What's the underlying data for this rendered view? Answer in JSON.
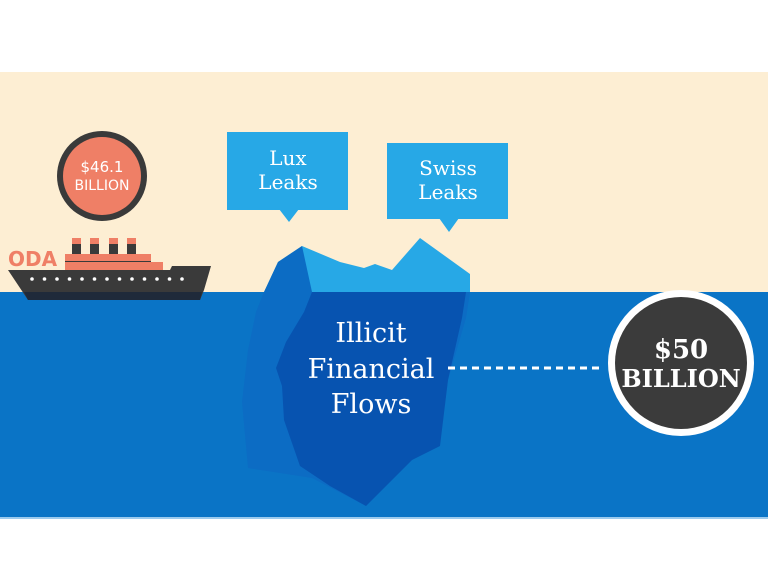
{
  "colors": {
    "sky": "#fdeed3",
    "sea": "#0a74c6",
    "iceberg_light": "#27a8e6",
    "iceberg_mid": "#0c6cc4",
    "iceberg_dark": "#0753b0",
    "callout": "#27a8e6",
    "coral": "#ef7f66",
    "ship_dark": "#3a3a3a",
    "badge_dark": "#3b3b3b",
    "white": "#ffffff"
  },
  "oda": {
    "label": "ODA",
    "amount_line1": "$46.1",
    "amount_line2": "BILLION"
  },
  "callouts": [
    {
      "line1": "Lux",
      "line2": "Leaks"
    },
    {
      "line1": "Swiss",
      "line2": "Leaks"
    }
  ],
  "iceberg": {
    "line1": "Illicit",
    "line2": "Financial",
    "line3": "Flows"
  },
  "iff_badge": {
    "amount_line1": "$50",
    "amount_line2": "BILLION"
  }
}
